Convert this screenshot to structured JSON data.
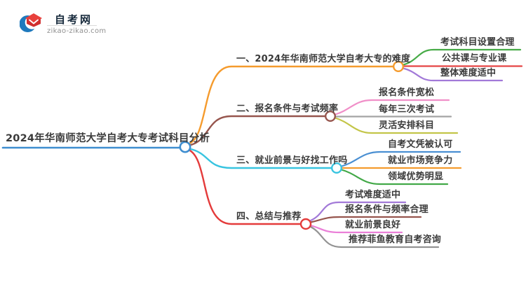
{
  "logo": {
    "site_name": "自考网",
    "site_url": "zikao-zikao.com",
    "icon": "graduation-cap-with-blue-crescent-icon",
    "cap_color": "#e8403c",
    "cap_front_color": "#d02f2f",
    "crescent_color": "#1e79bd"
  },
  "colors": {
    "background": "#ffffff",
    "text": "#3a3a3a"
  },
  "mindmap": {
    "root": {
      "label": "2024年华南师范大学自考大专考试科目分析",
      "color": "#3e8ed0"
    },
    "branches": [
      {
        "label": "一、2024年华南师范大学自考大专的难度",
        "color": "#f59b2d",
        "children": [
          {
            "label": "考试科目设置合理",
            "color": "#47ab47"
          },
          {
            "label": "公共课与专业课",
            "color": "#e54545"
          },
          {
            "label": "整体难度适中",
            "color": "#a279d8"
          }
        ]
      },
      {
        "label": "二、报名条件与考试频率",
        "color": "#96554d",
        "children": [
          {
            "label": "报名条件宽松",
            "color": "#f08fc8"
          },
          {
            "label": "每年三次考试",
            "color": "#a3a3a3"
          },
          {
            "label": "灵活安排科目",
            "color": "#c3c548"
          }
        ]
      },
      {
        "label": "三、就业前景与好找工作吗",
        "color": "#38c4e0",
        "children": [
          {
            "label": "自考文凭被认可",
            "color": "#4a8fd2"
          },
          {
            "label": "就业市场竞争力",
            "color": "#f59b2d"
          },
          {
            "label": "领域优势明显",
            "color": "#42a847"
          }
        ]
      },
      {
        "label": "四、总结与推荐",
        "color": "#e43b3b",
        "children": [
          {
            "label": "考试难度适中",
            "color": "#a279d8"
          },
          {
            "label": "报名条件与频率合理",
            "color": "#96554d"
          },
          {
            "label": "就业前景良好",
            "color": "#ea7fd8"
          },
          {
            "label": "推荐菲鱼教育自考咨询",
            "color": "#939393"
          }
        ]
      }
    ]
  }
}
